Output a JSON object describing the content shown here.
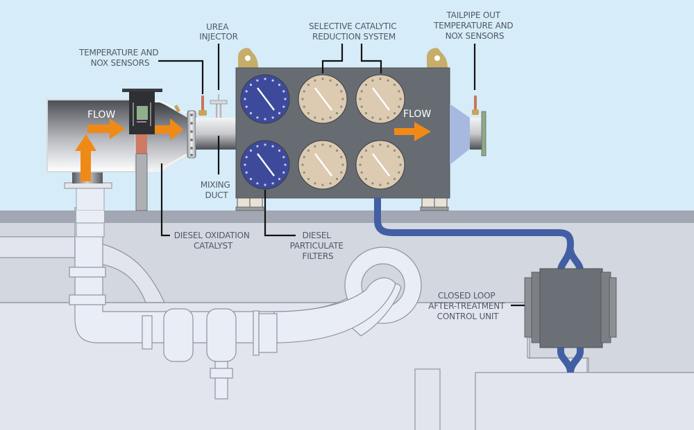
{
  "title": "Closed-loop diesel exhaust after-treatment system",
  "colors": {
    "sky": "#d6ecf8",
    "deck": "#a2a7b3",
    "engine_bg": "#d3d7df",
    "engine_part": "#e2e5ee",
    "housing": "#666c72",
    "dpf_cap": "#3d4a9c",
    "scr_cap": "#dccbb1",
    "flow_arrow": "#f08a17",
    "urea_line": "#425fa3",
    "lifting_lug": "#c6ae6a",
    "control_unit": "#6a7075",
    "sensor_window": "#8fb08c"
  },
  "labels": {
    "urea_injector": [
      "UREA",
      "INJECTOR"
    ],
    "temp_nox_sensors": [
      "TEMPERATURE AND",
      "NOX SENSORS"
    ],
    "scr_system": [
      "SELECTIVE CATALYTIC",
      "REDUCTION SYSTEM"
    ],
    "tailpipe_sensors": [
      "TAILPIPE OUT",
      "TEMPERATURE AND",
      "NOX SENSORS"
    ],
    "mixing_duct": [
      "MIXING",
      "DUCT"
    ],
    "doc": [
      "DIESEL OXIDATION",
      "CATALYST"
    ],
    "dpf": [
      "DIESEL",
      "PARTICULATE",
      "FILTERS"
    ],
    "control_unit": [
      "CLOSED LOOP",
      "AFTER-TREATMENT",
      "CONTROL UNIT"
    ]
  },
  "flow_labels": {
    "inlet": "FLOW",
    "outlet": "FLOW"
  },
  "components": {
    "dpf_count": 2,
    "scr_count": 4
  }
}
